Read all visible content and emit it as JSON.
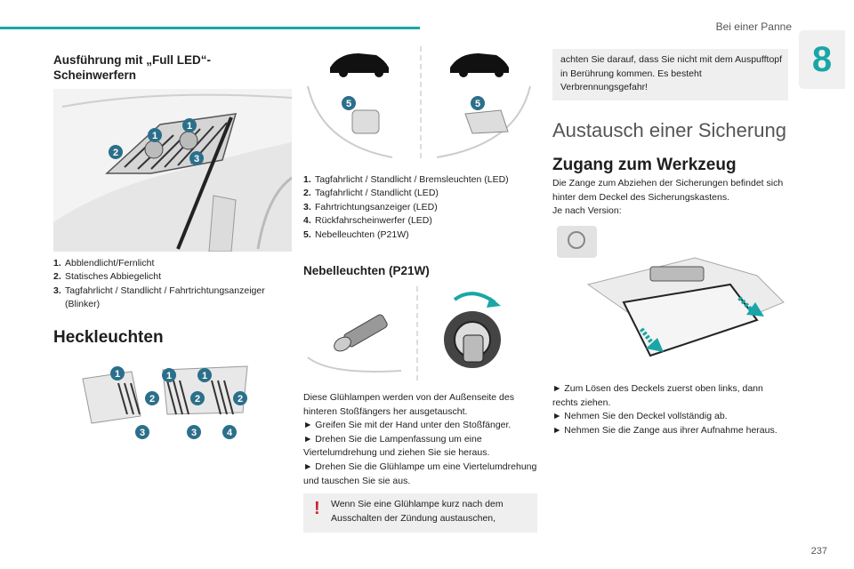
{
  "header": {
    "title": "Bei einer Panne",
    "chapter": "8",
    "page_number": "237"
  },
  "col1": {
    "heading": "Ausführung mit „Full LED“-Scheinwerfern",
    "figure_callouts": [
      "1",
      "1",
      "2",
      "3"
    ],
    "items": [
      {
        "num": "1.",
        "text": "Abblendlicht/Fernlicht"
      },
      {
        "num": "2.",
        "text": "Statisches Abbiegelicht"
      },
      {
        "num": "3.",
        "text": "Tagfahrlicht / Standlicht / Fahrtrichtungsanzeiger (Blinker)"
      }
    ],
    "section_title": "Heckleuchten",
    "rear_callouts": [
      "1",
      "1",
      "1",
      "2",
      "2",
      "2",
      "3",
      "3",
      "4"
    ]
  },
  "col2": {
    "top_callouts": [
      "5",
      "5"
    ],
    "items": [
      {
        "num": "1.",
        "text": "Tagfahrlicht / Standlicht / Bremsleuchten (LED)"
      },
      {
        "num": "2.",
        "text": "Tagfahrlicht / Standlicht (LED)"
      },
      {
        "num": "3.",
        "text": "Fahrtrichtungsanzeiger (LED)"
      },
      {
        "num": "4.",
        "text": "Rückfahrscheinwerfer (LED)"
      },
      {
        "num": "5.",
        "text": "Nebelleuchten (P21W)"
      }
    ],
    "heading": "Nebelleuchten (P21W)",
    "paragraph": [
      "Diese Glühlampen werden von der Außenseite des hinteren Stoßfängers her ausgetauscht.",
      "► Greifen Sie mit der Hand unter den Stoßfänger.",
      "► Drehen Sie die Lampenfassung um eine Viertelumdrehung und ziehen Sie sie heraus.",
      "► Drehen Sie die Glühlampe um eine Viertelumdrehung und tauschen Sie sie aus."
    ],
    "warning": "Wenn Sie eine Glühlampe kurz nach dem Ausschalten der Zündung austauschen,"
  },
  "col3": {
    "note": "achten Sie darauf, dass Sie nicht mit dem Auspufftopf in Berührung kommen. Es besteht Verbrennungsgefahr!",
    "big_title": "Austausch einer Sicherung",
    "heading": "Zugang zum Werkzeug",
    "intro": [
      "Die Zange zum Abziehen der Sicherungen befindet sich hinter dem Deckel des Sicherungskastens.",
      "Je nach Version:"
    ],
    "steps": [
      "► Zum Lösen des Deckels zuerst oben links, dann rechts ziehen.",
      "► Nehmen Sie den Deckel vollständig ab.",
      "► Nehmen Sie die Zange aus ihrer Aufnahme heraus."
    ]
  },
  "colors": {
    "accent": "#1aa6a6",
    "callout": "#2b6f8a",
    "warning": "#d0212c",
    "box": "#efefef"
  }
}
